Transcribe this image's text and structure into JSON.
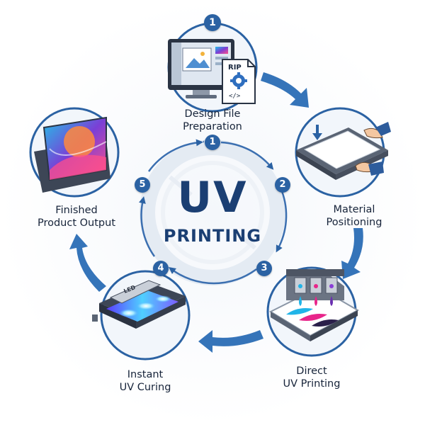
{
  "title": "UV",
  "subtitle": "PRINTING",
  "colors": {
    "primary": "#1b3f73",
    "accent": "#2b62a3",
    "arrow": "#3574b9"
  },
  "steps": [
    {
      "num": "1",
      "line1": "Design File",
      "line2": "Preparation",
      "icon": "computer-rip-icon",
      "rip": "RIP",
      "code": "</>"
    },
    {
      "num": "2",
      "line1": "Material",
      "line2": "Positioning",
      "icon": "material-table-icon"
    },
    {
      "num": "3",
      "line1": "Direct",
      "line2": "UV Printing",
      "icon": "uv-printer-icon"
    },
    {
      "num": "4",
      "line1": "Instant",
      "line2": "UV Curing",
      "icon": "led-curing-lamp-icon",
      "led": "LED"
    },
    {
      "num": "5",
      "line1": "Finished",
      "line2": "Product Output",
      "icon": "finished-print-icon"
    }
  ]
}
